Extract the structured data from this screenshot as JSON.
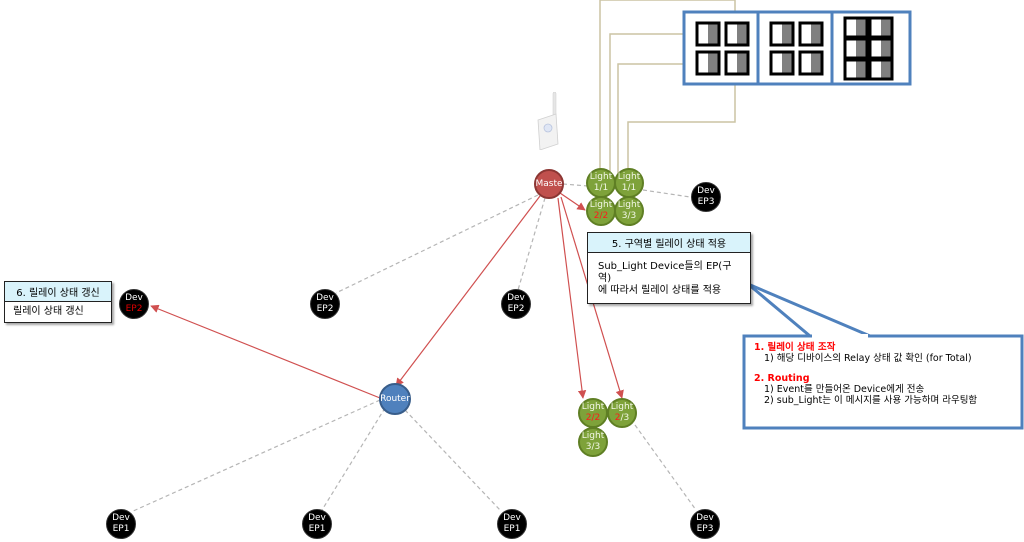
{
  "nodes": {
    "master": {
      "label": "Maste"
    },
    "router": {
      "label": "Router"
    },
    "lights_top": [
      {
        "name": "Light",
        "ep": "1/1",
        "highlight": ""
      },
      {
        "name": "Light",
        "ep": "1/1",
        "highlight": ""
      },
      {
        "name": "Light",
        "ep": "2/2",
        "highlight": "all"
      },
      {
        "name": "Light",
        "ep": "3/3",
        "highlight": ""
      }
    ],
    "lights_bottom": [
      {
        "name": "Light",
        "ep": "2/2",
        "highlight": "all"
      },
      {
        "name": "Light",
        "ep_red": "2",
        "ep_rest": "/3"
      },
      {
        "name": "Light",
        "ep": "3/3",
        "highlight": ""
      }
    ],
    "devices": [
      {
        "dev": "Dev",
        "ep": "EP3"
      },
      {
        "dev": "Dev",
        "ep": "EP2",
        "highlight": true
      },
      {
        "dev": "Dev",
        "ep": "EP2"
      },
      {
        "dev": "Dev",
        "ep": "EP2"
      },
      {
        "dev": "Dev",
        "ep": "EP1"
      },
      {
        "dev": "Dev",
        "ep": "EP1"
      },
      {
        "dev": "Dev",
        "ep": "EP1"
      },
      {
        "dev": "Dev",
        "ep": "EP3"
      }
    ]
  },
  "callouts": {
    "step5": {
      "title": "5. 구역별 릴레이 상태 적용",
      "line1": "Sub_Light Device들의 EP(구역)",
      "line2": "에 따라서 릴레이 상태를 적용"
    },
    "step6": {
      "title": "6. 릴레이 상태 갱신",
      "body": "릴레이 상태 갱신"
    },
    "notes": {
      "h1": "1.  릴레이 상태 조작",
      "h1_i1": "1)  해당 디바이스의 Relay 상태 값 확인 (for Total)",
      "h2": "2.  Routing",
      "h2_i1": "1)  Event를 만들어온 Device에게 전송",
      "h2_i2": "2)  sub_Light는 이 메시지를 사용 가능하며 라우팅함"
    }
  },
  "colors": {
    "master": "#c0504d",
    "router": "#4f81bd",
    "light": "#7ea23a",
    "device": "#000000",
    "arrow": "#d05050",
    "dashed": "#b0b0b0",
    "panel_border": "#4f81bd",
    "wire": "#c8c0a0",
    "highlight_text": "#ff1a1a"
  },
  "switch_panels": {
    "panel1_switches": 4,
    "panel2_switches": 4,
    "panel3_switches": 6
  }
}
